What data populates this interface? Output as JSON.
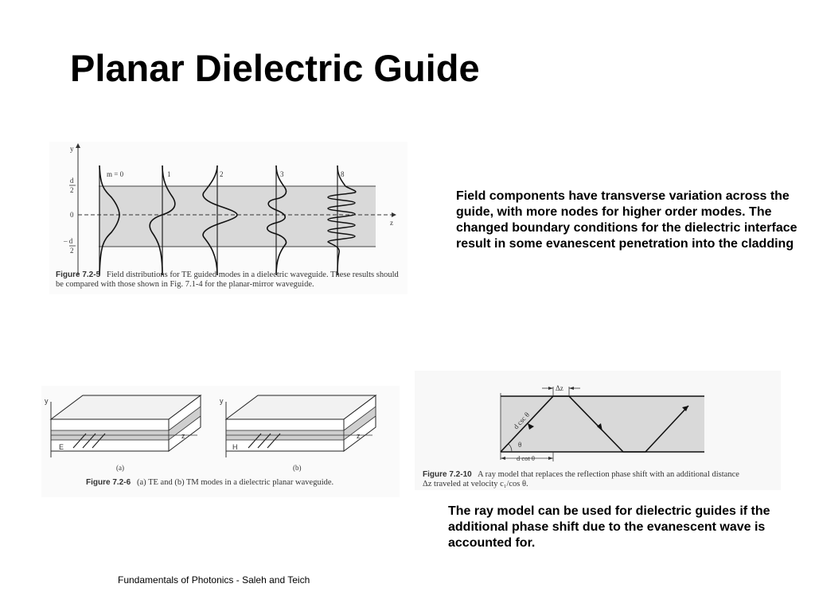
{
  "title": "Planar Dielectric Guide",
  "paragraph1": "Field components have transverse variation across the guide, with more nodes for higher order modes.  The changed boundary conditions for the dielectric interface result in some evanescent penetration into the cladding",
  "paragraph2": "The ray model can be used for dielectric guides if the additional phase shift due to the evanescent wave is accounted for.",
  "footer": "Fundamentals of Photonics - Saleh and Teich",
  "figure_725": {
    "caption_label": "Figure 7.2-5",
    "caption_text": "Field distributions for TE guided modes in a dielectric waveguide. These results should be compared with those shown in Fig. 7.1-4 for the planar-mirror waveguide.",
    "axis_y": "y",
    "axis_z": "z",
    "y_top": "d",
    "y_top_den": "2",
    "y_zero": "0",
    "y_bottom": "– d",
    "y_bottom_den": "2",
    "mode_labels": [
      "m = 0",
      "1",
      "2",
      "3",
      "8"
    ]
  },
  "figure_726": {
    "caption_label": "Figure 7.2-6",
    "caption_text": "(a) TE and (b) TM modes in a dielectric planar waveguide.",
    "panel_a": "(a)",
    "panel_b": "(b)",
    "field_a": "E",
    "field_b": "H",
    "axis_y": "y",
    "axis_z": "z"
  },
  "figure_7210": {
    "caption_label": "Figure 7.2-10",
    "caption_text_line1": "A ray model that replaces the reflection phase shift with an additional distance",
    "caption_text_line2": "Δz  traveled at velocity c₁/cos θ.",
    "delta_z": "Δz",
    "d_csc": "d csc θ",
    "theta": "θ",
    "d_cot": "d cot θ"
  },
  "colors": {
    "core_fill": "#d9d9d9",
    "line": "#1a1a1a"
  }
}
